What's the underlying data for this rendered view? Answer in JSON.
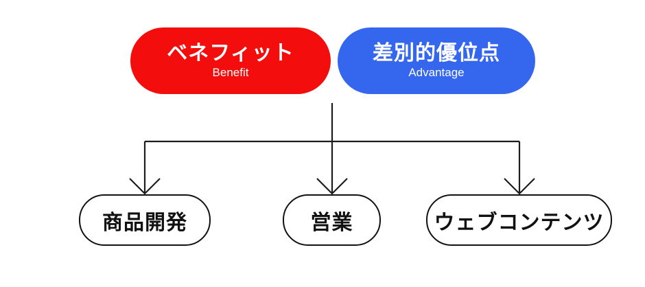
{
  "diagram": {
    "background": "#FFFFFF",
    "connector_color": "#1C1C1C",
    "node_border_color": "#111111",
    "top_nodes": [
      {
        "label": "ベネフィット",
        "sublabel": "Benefit",
        "bg": "#F40D0D",
        "text_color": "#FFFFFF"
      },
      {
        "label": "差別的優位点",
        "sublabel": "Advantage",
        "bg": "#3567EE",
        "text_color": "#FFFFFF"
      }
    ],
    "bottom_nodes": [
      {
        "label": "商品開発"
      },
      {
        "label": "営業"
      },
      {
        "label": "ウェブコンテンツ"
      }
    ]
  }
}
